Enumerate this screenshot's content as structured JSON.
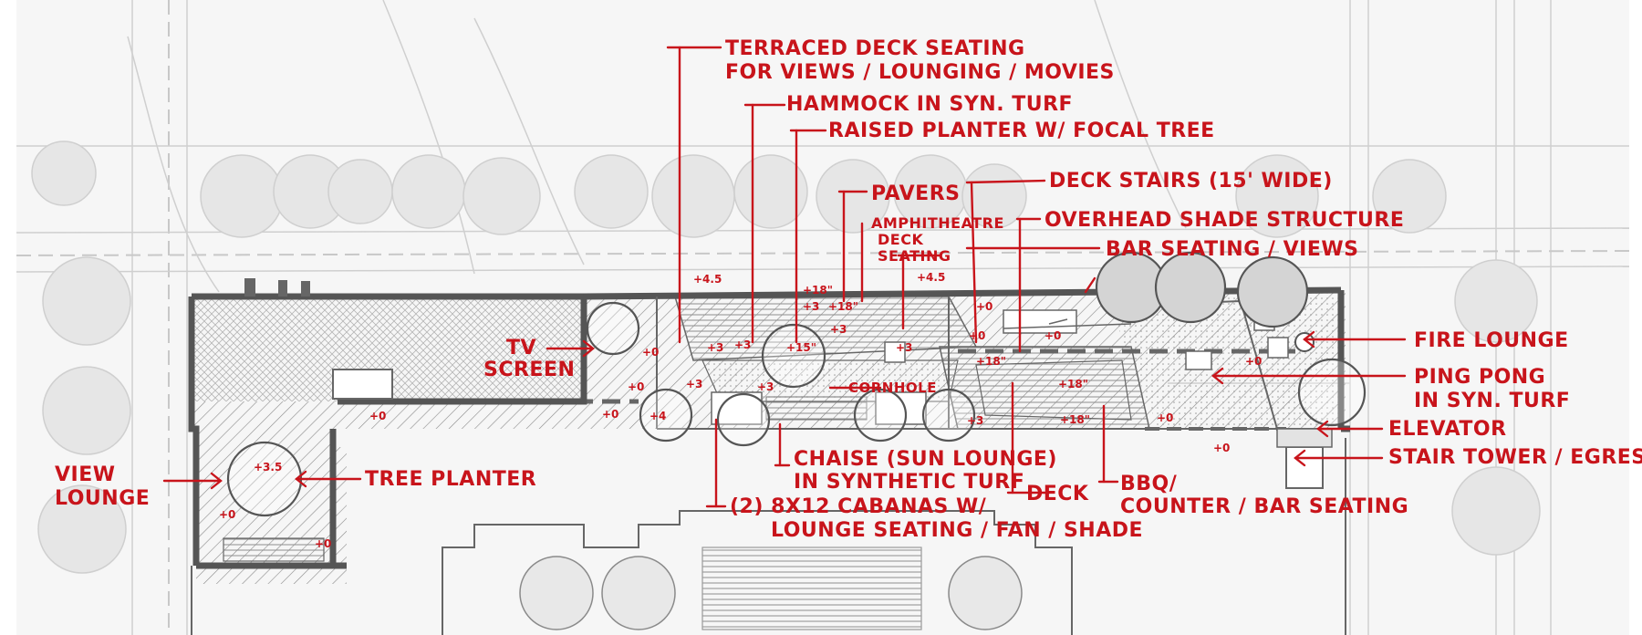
{
  "colors": {
    "annotation": "#c8141b",
    "linework": "#555555",
    "background": "#f6f6f6"
  },
  "callouts": {
    "terraced_deck_1": "TERRACED DECK SEATING",
    "terraced_deck_2": "FOR VIEWS / LOUNGING / MOVIES",
    "hammock": "HAMMOCK IN SYN. TURF",
    "raised_planter": "RAISED PLANTER W/ FOCAL TREE",
    "pavers": "PAVERS",
    "amphitheatre_1": "AMPHITHEATRE",
    "amphitheatre_2": "DECK",
    "amphitheatre_3": "SEATING",
    "deck_stairs": "DECK STAIRS (15' WIDE)",
    "overhead_shade": "OVERHEAD SHADE STRUCTURE",
    "bar_seating": "BAR SEATING / VIEWS",
    "tv_screen_1": "TV",
    "tv_screen_2": "SCREEN",
    "fire_lounge": "FIRE LOUNGE",
    "ping_pong_1": "PING PONG",
    "ping_pong_2": "IN SYN. TURF",
    "elevator": "ELEVATOR",
    "stair_tower": "STAIR TOWER / EGRESS",
    "view_lounge_1": "VIEW",
    "view_lounge_2": "LOUNGE",
    "tree_planter": "TREE PLANTER",
    "cornhole": "CORNHOLE",
    "chaise_1": "CHAISE (SUN LOUNGE)",
    "chaise_2": "IN SYNTHETIC TURF",
    "cabanas_1": "(2) 8X12 CABANAS W/",
    "cabanas_2": "LOUNGE SEATING / FAN / SHADE",
    "deck": "DECK",
    "bbq_1": "BBQ/",
    "bbq_2": "COUNTER / BAR SEATING"
  },
  "elevations": {
    "e_4_5_left": "+4.5",
    "e_4_5_right": "+4.5",
    "e_plus3_a": "+3",
    "e_plus3_b": "+3",
    "e_plus3_c": "+3",
    "e_plus3_d": "+3",
    "e_plus3_e": "+3",
    "e_plus3_f": "+3",
    "e_plus3_g": "+3",
    "e_plus3_h": "+3",
    "e_plus18_a": "+18\"",
    "e_plus18_b": "+18\"",
    "e_plus18_c": "+18\"",
    "e_plus18_d": "+18\"",
    "e_plus18_e": "+18\"",
    "e_plus15": "+15\"",
    "e_plus4": "+4",
    "e_plus3_5": "+3.5",
    "e_zero_a": "+0",
    "e_zero_b": "+0",
    "e_zero_c": "+0",
    "e_zero_d": "+0",
    "e_zero_e": "+0",
    "e_zero_f": "+0",
    "e_zero_g": "+0",
    "e_zero_h": "+0",
    "e_zero_i": "+0",
    "e_zero_j": "+0",
    "e_zero_k": "+0",
    "e_zero_l": "+0"
  }
}
